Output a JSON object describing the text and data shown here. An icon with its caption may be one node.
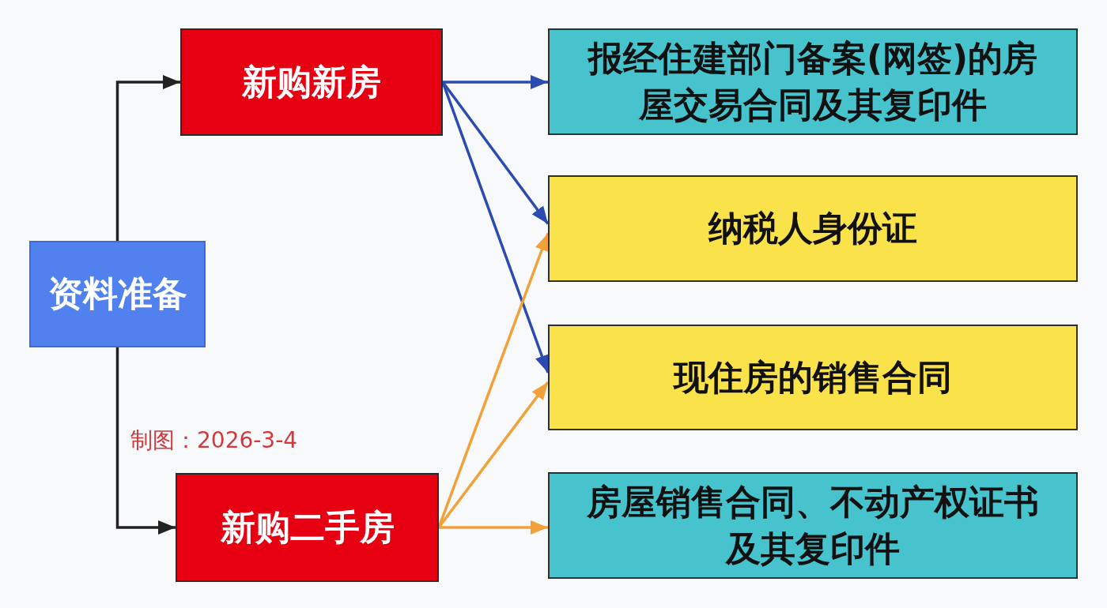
{
  "diagram": {
    "nodes": [
      {
        "text": [
          "资料准备"
        ]
      },
      {
        "text": [
          "新购新房"
        ]
      },
      {
        "text": [
          "新购二手房"
        ]
      },
      {
        "text": [
          "报经住建部门备案(网签)的房屋交易合同及其复印件"
        ]
      },
      {
        "text": [
          "纳税人身份证"
        ]
      },
      {
        "text": [
          "现住房的销售合同"
        ]
      },
      {
        "text": [
          "房屋销售合同、不动产权证书及其复印件"
        ]
      }
    ],
    "edges": [
      {
        "from": 0,
        "to": 1,
        "arrow": "to",
        "color": "#222222"
      },
      {
        "from": 0,
        "to": 2,
        "arrow": "to",
        "color": "#222222"
      },
      {
        "from": 1,
        "to": 3,
        "arrow": "to",
        "color": "#2b4bb0"
      },
      {
        "from": 1,
        "to": 4,
        "arrow": "to",
        "color": "#2b4bb0"
      },
      {
        "from": 1,
        "to": 5,
        "arrow": "to",
        "color": "#2b4bb0"
      },
      {
        "from": 2,
        "to": 4,
        "arrow": "to",
        "color": "#f2a13a"
      },
      {
        "from": 2,
        "to": 5,
        "arrow": "to",
        "color": "#f2a13a"
      },
      {
        "from": 2,
        "to": 6,
        "arrow": "to",
        "color": "#f2a13a"
      }
    ],
    "labels": [
      "制图：2026-3-4"
    ]
  }
}
